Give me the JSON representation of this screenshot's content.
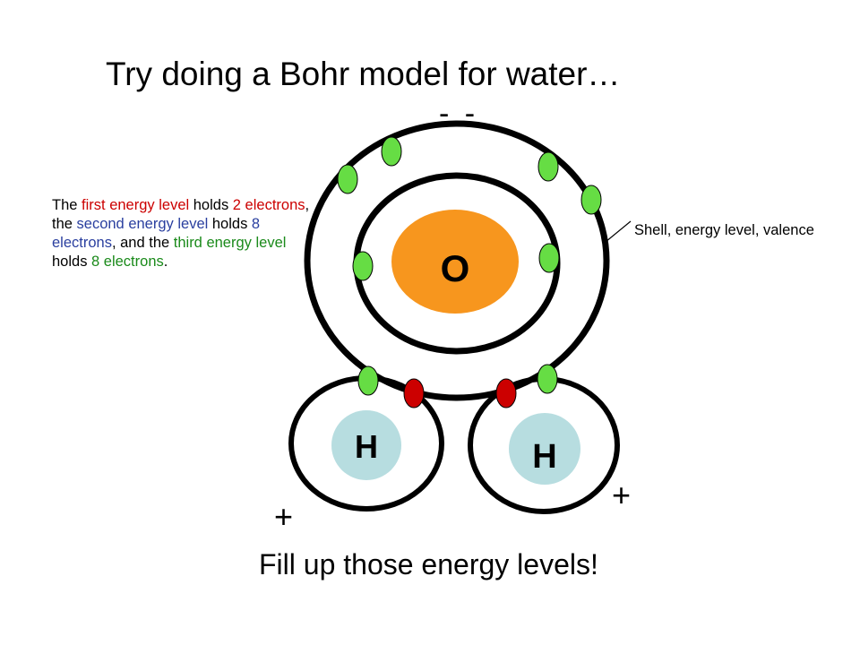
{
  "slide": {
    "title": "Try doing a Bohr model for water…",
    "oxygen_charge": "- -",
    "hydrogen_left_charge": "+",
    "hydrogen_right_charge": "+",
    "footer": "Fill up those energy levels!"
  },
  "note": {
    "part1": "The ",
    "part2": "first energy level",
    "part3": " holds ",
    "part4": "2 electrons",
    "part5": ", the ",
    "part6": "second energy level",
    "part7": " holds ",
    "part8": "8 electrons",
    "part9": ", and the ",
    "part10": "third energy level",
    "part11": " holds ",
    "part12": "8 electrons",
    "part13": "."
  },
  "shell_label": "Shell, energy level, valence",
  "atoms": {
    "oxygen": "O",
    "hydrogen_left": "H",
    "hydrogen_right": "H"
  },
  "colors": {
    "oxygen_nucleus": "#f7961e",
    "hydrogen_nucleus": "#b7dde0",
    "oxygen_electron": "#66dd44",
    "hydrogen_electron": "#cc0000",
    "note_red": "#cc0000",
    "note_blue": "#2a3f9f",
    "note_green": "#1a8a1a"
  }
}
